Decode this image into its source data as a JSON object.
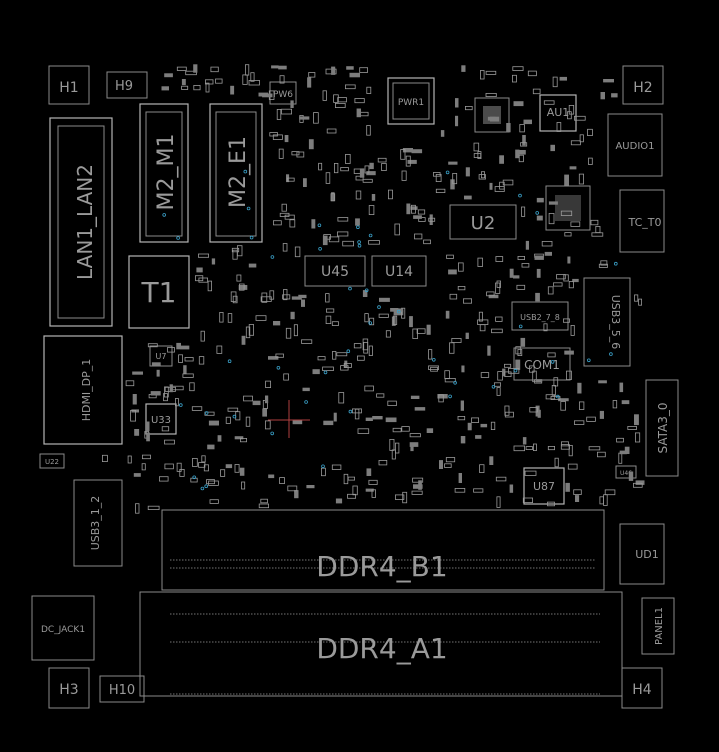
{
  "title": "",
  "labels": {
    "h1": "H1",
    "h2": "H2",
    "h3": "H3",
    "h4": "H4",
    "h9": "H9",
    "h10": "H10",
    "pw6": "PW6",
    "pwr1": "PWR1",
    "au1": "AU1",
    "audio1": "AUDIO1",
    "lan": "LAN1_LAN2",
    "m2m1": "M2_M1",
    "m2e1": "M2_E1",
    "t1": "T1",
    "u45": "U45",
    "u14": "U14",
    "u2": "U2",
    "tc_t0": "TC_T0",
    "usb2_7_8": "USB2_7_8",
    "usb3_5_6": "USB3_5_6",
    "com1": "COM1",
    "sata": "SATA3_0",
    "hdmi": "HDMI_DP_1",
    "u7": "U7",
    "u33": "U33",
    "u22": "U22",
    "usb3_1_2": "USB3_1_2",
    "u87": "U87",
    "u46": "U46",
    "ud1": "UD1",
    "ddr4_b1": "DDR4_B1",
    "ddr4_a1": "DDR4_A1",
    "dc_jack": "DC_JACK1",
    "panel1": "PANEL1"
  }
}
